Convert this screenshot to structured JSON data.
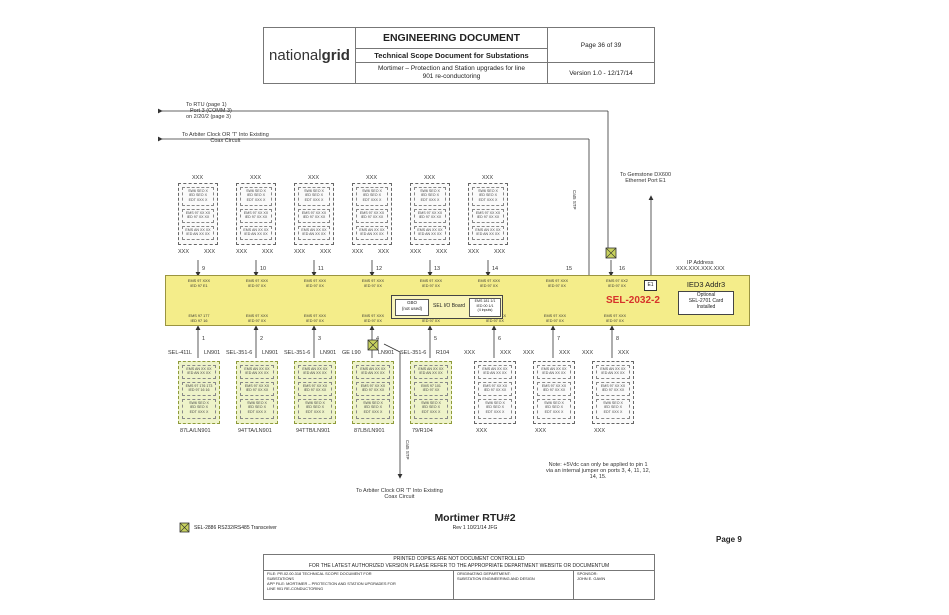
{
  "header": {
    "logo_text": "national",
    "logo_bold": "grid",
    "doc_type": "ENGINEERING DOCUMENT",
    "page": "Page 36 of 39",
    "title": "Technical Scope Document for Substations",
    "subtitle": "Mortimer  – Protection and Station upgrades for line 901 re-conductoring",
    "version": "Version 1.0 - 12/17/14"
  },
  "top_notes": {
    "rtu_line1": "To RTU (page 1)",
    "rtu_line2": "Port 3 (COMM 3)",
    "rtu_line3": "on 2/20/2 (page 3)",
    "arbiter_line1": "To Arbiter Clock OR 'T' Into Existing",
    "arbiter_line2": "Coax Circuit",
    "gemstone_line1": "To Gemstone DX600",
    "gemstone_line2": "Ethernet Port E1",
    "ip_line1": "IP Address",
    "ip_line2": "XXX.XXX.XXX.XXX",
    "vertical_label": "Cat5 STP"
  },
  "top_devices": [
    {
      "title": "XXX",
      "l1": "SW6 SEO X",
      "l2": "IED SEO X",
      "l3": "EDT XXX X",
      "l4": "EMS 97 XX XX",
      "l5": "IED 97 XX XX",
      "l6": "EMS AN XX XX",
      "l7": "IED AN XX XX",
      "left": "XXX",
      "right": "XXX",
      "port": "9"
    },
    {
      "title": "XXX",
      "l1": "SW6 SEO X",
      "l2": "IED SEO X",
      "l3": "EDT XXX X",
      "l4": "EMS 97 XX XX",
      "l5": "IED 97 XX XX",
      "l6": "EMS AN XX XX",
      "l7": "IED AN XX XX",
      "left": "XXX",
      "right": "XXX",
      "port": "10"
    },
    {
      "title": "XXX",
      "l1": "SW6 SEO X",
      "l2": "IED SEO X",
      "l3": "EDT XXX X",
      "l4": "EMS 97 XX XX",
      "l5": "IED 97 XX XX",
      "l6": "EMS AN XX XX",
      "l7": "IED AN XX XX",
      "left": "XXX",
      "right": "XXX",
      "port": "11"
    },
    {
      "title": "XXX",
      "l1": "SW6 SEO X",
      "l2": "IED SEO X",
      "l3": "EDT XXX X",
      "l4": "EMS 97 XX XX",
      "l5": "IED 97 XX XX",
      "l6": "EMS AN XX XX",
      "l7": "IED AN XX XX",
      "left": "XXX",
      "right": "XXX",
      "port": "12"
    },
    {
      "title": "XXX",
      "l1": "SW6 SEO X",
      "l2": "IED SEO X",
      "l3": "EDT XXX X",
      "l4": "EMS 97 XX XX",
      "l5": "IED 97 XX XX",
      "l6": "EMS AN XX XX",
      "l7": "IED AN XX XX",
      "left": "XXX",
      "right": "XXX",
      "port": "13"
    },
    {
      "title": "XXX",
      "l1": "SW6 SEO X",
      "l2": "IED SEO X",
      "l3": "EDT XXX X",
      "l4": "EMS 97 XX XX",
      "l5": "IED 97 XX XX",
      "l6": "EMS AN XX XX",
      "l7": "IED AN XX XX",
      "left": "XXX",
      "right": "XXX",
      "port": "14"
    }
  ],
  "port15": "15",
  "port16": "16",
  "rtu_top_ports": [
    {
      "a": "EMS 97 XXX",
      "b": "IED 97 E1"
    },
    {
      "a": "EMS 97 XXX",
      "b": "IED 97 XX"
    },
    {
      "a": "EMS 97 XXX",
      "b": "IED 97 XX"
    },
    {
      "a": "EMS 97 XXX",
      "b": "IED 97 XX"
    },
    {
      "a": "EMS 97 XXX",
      "b": "IED 97 XX"
    },
    {
      "a": "EMS 97 XXX",
      "b": "IED 97 XX"
    },
    {
      "a": "EMS 97 XXX",
      "b": "IED 97 XX"
    },
    {
      "a": "EMS 97 XX2",
      "b": "IED 97 XX"
    }
  ],
  "rtu_bottom_ports": [
    {
      "a": "EMS 97 177",
      "b": "IED 97 16"
    },
    {
      "a": "EMS 97 XXX",
      "b": "IED 97 XX"
    },
    {
      "a": "EMS 97 XXX",
      "b": "IED 97 XX"
    },
    {
      "a": "EMS 97 XXX",
      "b": "IED 97 XX"
    },
    {
      "a": "EMS 97 101",
      "b": "IED 97 XX"
    },
    {
      "a": "EMS 97 XXX",
      "b": "IED 97 XX"
    },
    {
      "a": "EMS 97 XXX",
      "b": "IED 97 XX"
    },
    {
      "a": "EMS 97 XXX",
      "b": "IED 97 XX"
    }
  ],
  "io_board": {
    "gbo1": "GBO",
    "gbo2": "(not used)",
    "label": "SEL I/O Board",
    "p1": "EMS 181 1/1",
    "p2": "IED 00 1/1",
    "p3": "(4 inputs)"
  },
  "sel_name": "SEL-2032-2",
  "e1": "E1",
  "ied": {
    "title": "IED3 Addr3",
    "opt1": "Optional",
    "opt2": "SEL-2701 Card",
    "opt3": "Installed"
  },
  "bottom_devices": [
    {
      "left": "SEL-411L",
      "right": "LN901",
      "port": "1",
      "label": "87LA/LN901",
      "l1": "EMS AN XX XX",
      "l2": "IED AN XX XX",
      "l3": "EMS 97 176 173",
      "l4": "IED 97 16 16",
      "l5": "SW6 SEO X",
      "l6": "IED SEO X",
      "l7": "EDT XXX X",
      "hl": true
    },
    {
      "left": "SEL-351-6",
      "right": "LN901",
      "port": "2",
      "label": "94TTA/LN901",
      "l1": "EMS AN XX XX",
      "l2": "IED AN XX XX",
      "l3": "EMS 97 XX XX",
      "l4": "IED 97 XX XX",
      "l5": "SW6 SEO X",
      "l6": "IED SEO X",
      "l7": "EDT XXX X",
      "hl": true
    },
    {
      "left": "SEL-351-6",
      "right": "LN901",
      "port": "3",
      "label": "94TTB/LN901",
      "l1": "EMS AN XX XX",
      "l2": "IED AN XX XX",
      "l3": "EMS 97 XX XX",
      "l4": "IED 97 XX XX",
      "l5": "SW6 SEO X",
      "l6": "IED SEO X",
      "l7": "EDT XXX X",
      "hl": true
    },
    {
      "left": "GE L90",
      "right": "LN901",
      "port": "4",
      "label": "87LB/LN901",
      "l1": "EMS AN XX XX",
      "l2": "IED AN XX XX",
      "l3": "EMS 97 XX XX",
      "l4": "IED 97 XX XX",
      "l5": "SW6 SEO X",
      "l6": "IED SEO X",
      "l7": "EDT XXX X",
      "hl": true
    },
    {
      "left": "SEL-351-6",
      "right": "R104",
      "port": "5",
      "label": "79/R104",
      "l1": "EMS AN XX XX",
      "l2": "IED AN XX XX",
      "l3": "EMS 97 101",
      "l4": "IED 97 XX",
      "l5": "SW6 SEO X",
      "l6": "IED SEO X",
      "l7": "EDT XXX X",
      "hl": true
    },
    {
      "left": "XXX",
      "right": "XXX",
      "port": "6",
      "label": "XXX",
      "l1": "EMS AN XX XX",
      "l2": "IED AN XX XX",
      "l3": "EMS 97 XX XX",
      "l4": "IED 97 XX XX",
      "l5": "SW6 SEO X",
      "l6": "IED SEO X",
      "l7": "EDT XXX X",
      "hl": false
    },
    {
      "left": "XXX",
      "right": "XXX",
      "port": "7",
      "label": "XXX",
      "l1": "EMS AN XX XX",
      "l2": "IED AN XX XX",
      "l3": "EMS 97 XX XX",
      "l4": "IED 97 XX XX",
      "l5": "SW6 SEO X",
      "l6": "IED SEO X",
      "l7": "EDT XXX X",
      "hl": false
    },
    {
      "left": "XXX",
      "right": "XXX",
      "port": "8",
      "label": "XXX",
      "l1": "EMS AN XX XX",
      "l2": "IED AN XX XX",
      "l3": "EMS 97 XX XX",
      "l4": "IED 97 XX XX",
      "l5": "SW6 SEO X",
      "l6": "IED SEO X",
      "l7": "EDT XXX X",
      "hl": false
    }
  ],
  "bottom_notes": {
    "vertical_label": "Cat5 STP",
    "arbiter_line1": "To Arbiter Clock OR 'T' Into Existing",
    "arbiter_line2": "Coax Circuit",
    "note_line1": "Note: +5Vdc can only be applied to pin 1",
    "note_line2": "via an internal jumper on ports 3, 4, 11, 12,",
    "note_line3": "14, 15."
  },
  "diagram_title": "Mortimer RTU#2",
  "diagram_rev": "Rev 1 10/21/14 JFG",
  "legend": "SEL-2886 RS232/RS485 Transceiver",
  "page_label": "Page 9",
  "footer": {
    "line1": "PRINTED COPIES ARE NOT DOCUMENT CONTROLLED",
    "line2": "FOR THE LATEST AUTHORIZED VERSION PLEASE REFER TO THE APPROPRIATE DEPARTMENT WEBSITE OR DOCUMENTUM",
    "file1": "FILE: PR.02.00.318 TECHNICAL SCOPE DOCUMENT FOR",
    "file2": "SUBSTATIONS",
    "app1": "APP FILE: MORTIMER – PROTECTION AND STATION UPGRADES FOR",
    "app2": "LINE 901 RE-CONDUCTORING",
    "dept1": "ORIGINATING DEPARTMENT:",
    "dept2": "SUBSTATION ENGINEERING AND DESIGN",
    "sponsor1": "SPONSOR:",
    "sponsor2": "JOHN E. GAVIN"
  }
}
